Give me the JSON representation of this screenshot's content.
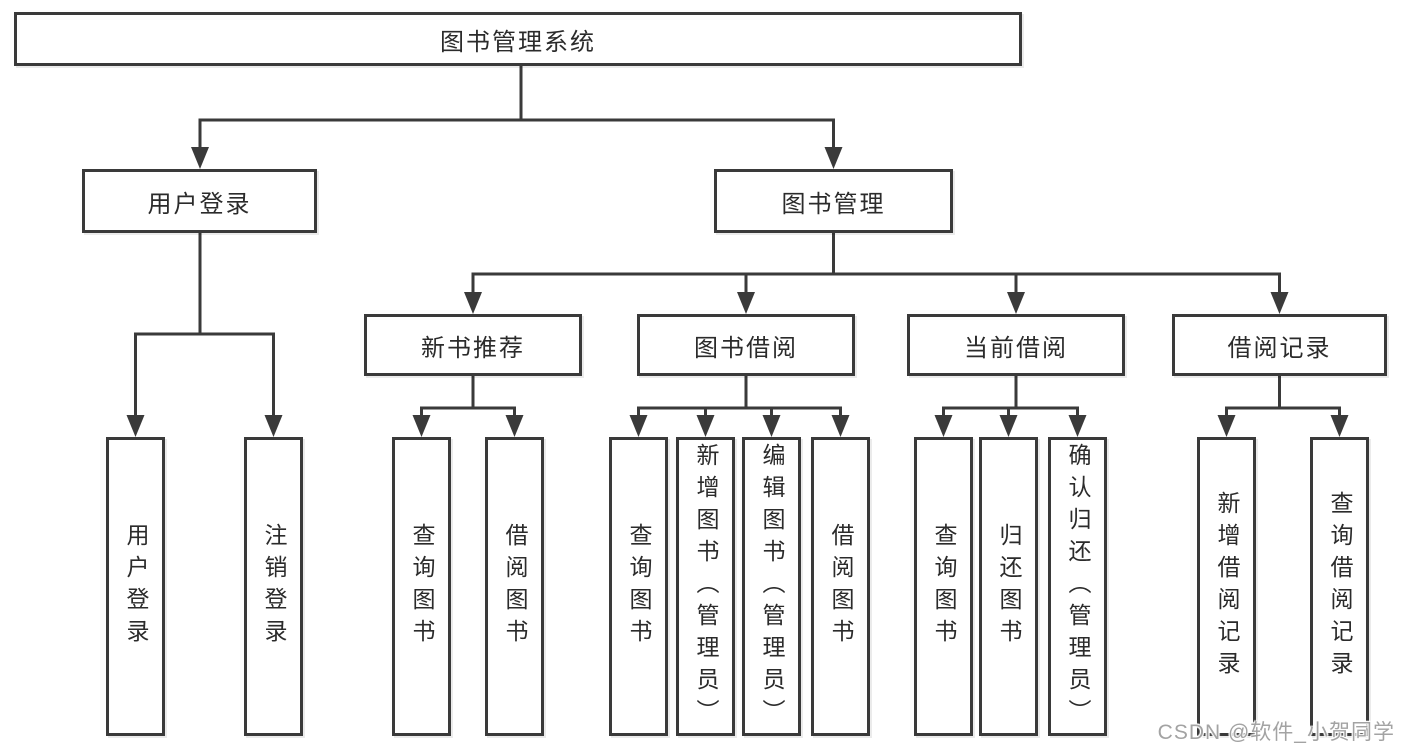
{
  "tree": {
    "label": "图书管理系统",
    "children": [
      {
        "label": "用户登录",
        "children": [
          {
            "label": "用户登录"
          },
          {
            "label": "注销登录"
          }
        ]
      },
      {
        "label": "图书管理",
        "children": [
          {
            "label": "新书推荐",
            "children": [
              {
                "label": "查询图书"
              },
              {
                "label": "借阅图书"
              }
            ]
          },
          {
            "label": "图书借阅",
            "children": [
              {
                "label": "查询图书"
              },
              {
                "label": "新增图书（管理员）"
              },
              {
                "label": "编辑图书（管理员）"
              },
              {
                "label": "借阅图书"
              }
            ]
          },
          {
            "label": "当前借阅",
            "children": [
              {
                "label": "查询图书"
              },
              {
                "label": "归还图书"
              },
              {
                "label": "确认归还（管理员）"
              }
            ]
          },
          {
            "label": "借阅记录",
            "children": [
              {
                "label": "新增借阅记录"
              },
              {
                "label": "查询借阅记录"
              }
            ]
          }
        ]
      }
    ]
  },
  "watermark": {
    "text": "CSDN @软件_小贺同学"
  },
  "colors": {
    "line": "#3a3a3a",
    "text": "#2b2b2b",
    "box_fill": "#ffffff",
    "watermark": "#a3a3a3",
    "background": "#ffffff"
  }
}
